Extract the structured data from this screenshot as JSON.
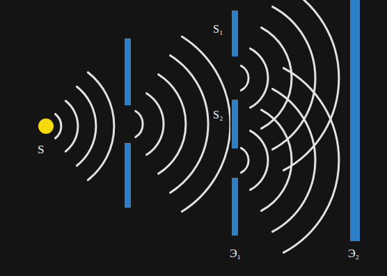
{
  "diagram": {
    "labels": [
      "S",
      "S₁",
      "S₂",
      "Э₁",
      "Э₂"
    ]
  }
}
